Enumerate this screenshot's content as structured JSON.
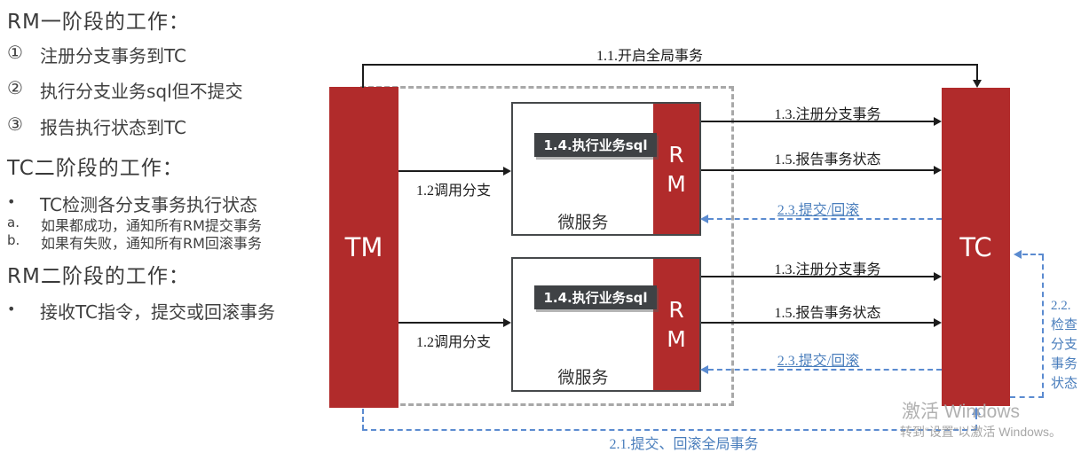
{
  "notes": {
    "phase1_title": "RM一阶段的工作：",
    "phase1_markers": [
      "①",
      "②",
      "③"
    ],
    "phase1_items": [
      "注册分支事务到TC",
      "执行分支业务sql但不提交",
      "报告执行状态到TC"
    ],
    "phase2_title": "TC二阶段的工作：",
    "bullet_char": "•",
    "phase2_bullet": "TC检测各分支事务执行状态",
    "phase2_sub": [
      {
        "marker": "a.",
        "text": "如果都成功，通知所有RM提交事务"
      },
      {
        "marker": "b.",
        "text": "如果有失败，通知所有RM回滚事务"
      }
    ],
    "phase3_title": "RM二阶段的工作：",
    "phase3_bullet": "接收TC指令，提交或回滚事务"
  },
  "diagram": {
    "tm_label": "TM",
    "tc_label": "TC",
    "rm_label_line1": "R",
    "rm_label_line2": "M",
    "microservice_label": "微服务",
    "exec_sql_label": "1.4.执行业务sql",
    "flows": {
      "f11": "1.1.开启全局事务",
      "f12": "1.2调用分支",
      "f13": "1.3.注册分支事务",
      "f15": "1.5.报告事务状态",
      "f23": "2.3.提交/回滚",
      "f21": "2.1.提交、回滚全局事务",
      "f22_vertical": [
        "2.2.",
        "检查",
        "分支",
        "事务",
        "状态"
      ]
    }
  },
  "watermark": {
    "line1": "激活 Windows",
    "line2": "转到“设置”以激活 Windows。"
  },
  "colors": {
    "bar_red": "#b12b2b",
    "step_box_dark": "#3f4245",
    "flow_blue_text": "#4a7ebc",
    "flow_blue_line": "#5b8bd0",
    "dash_gray": "#a8a8a8",
    "line_black": "#1c1c1c",
    "watermark_gray": "#aaaaaa"
  }
}
